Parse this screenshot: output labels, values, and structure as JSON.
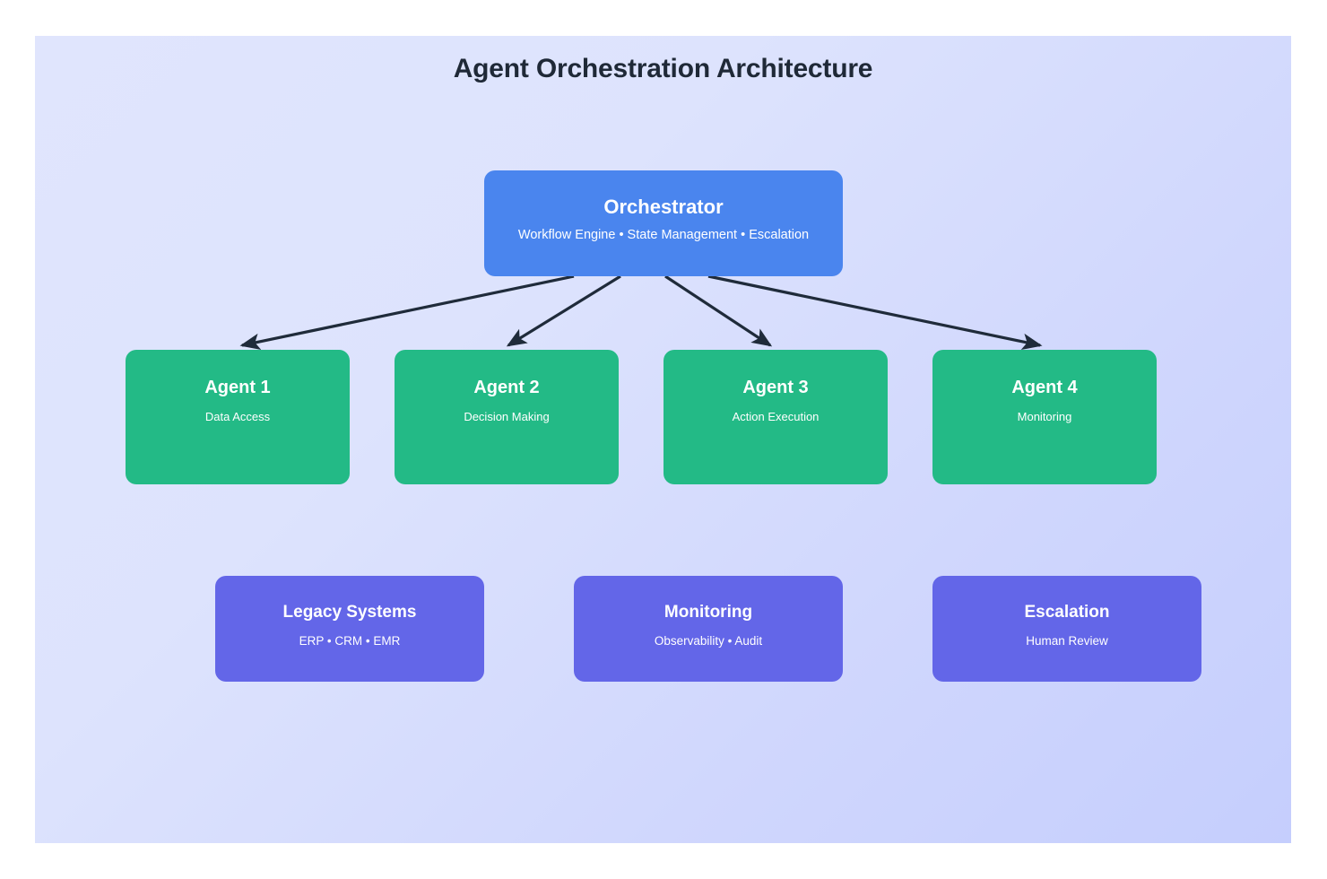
{
  "diagram": {
    "title": "Agent Orchestration Architecture",
    "canvas_background_from": "#e0e5fd",
    "canvas_background_to": "#c5cefd",
    "arrow_color": "#1f2b3a",
    "orchestrator": {
      "title": "Orchestrator",
      "subtitle": "Workflow Engine • State Management • Escalation",
      "color": "#4a85ee"
    },
    "agents": [
      {
        "title": "Agent 1",
        "subtitle": "Data Access",
        "color": "#23ba86"
      },
      {
        "title": "Agent 2",
        "subtitle": "Decision Making",
        "color": "#23ba86"
      },
      {
        "title": "Agent 3",
        "subtitle": "Action Execution",
        "color": "#23ba86"
      },
      {
        "title": "Agent 4",
        "subtitle": "Monitoring",
        "color": "#23ba86"
      }
    ],
    "support": [
      {
        "title": "Legacy Systems",
        "subtitle": "ERP • CRM • EMR",
        "color": "#6366e8"
      },
      {
        "title": "Monitoring",
        "subtitle": "Observability • Audit",
        "color": "#6366e8"
      },
      {
        "title": "Escalation",
        "subtitle": "Human Review",
        "color": "#6366e8"
      }
    ],
    "connections": [
      {
        "from": "Orchestrator",
        "to": "Agent 1"
      },
      {
        "from": "Orchestrator",
        "to": "Agent 2"
      },
      {
        "from": "Orchestrator",
        "to": "Agent 3"
      },
      {
        "from": "Orchestrator",
        "to": "Agent 4"
      }
    ]
  }
}
